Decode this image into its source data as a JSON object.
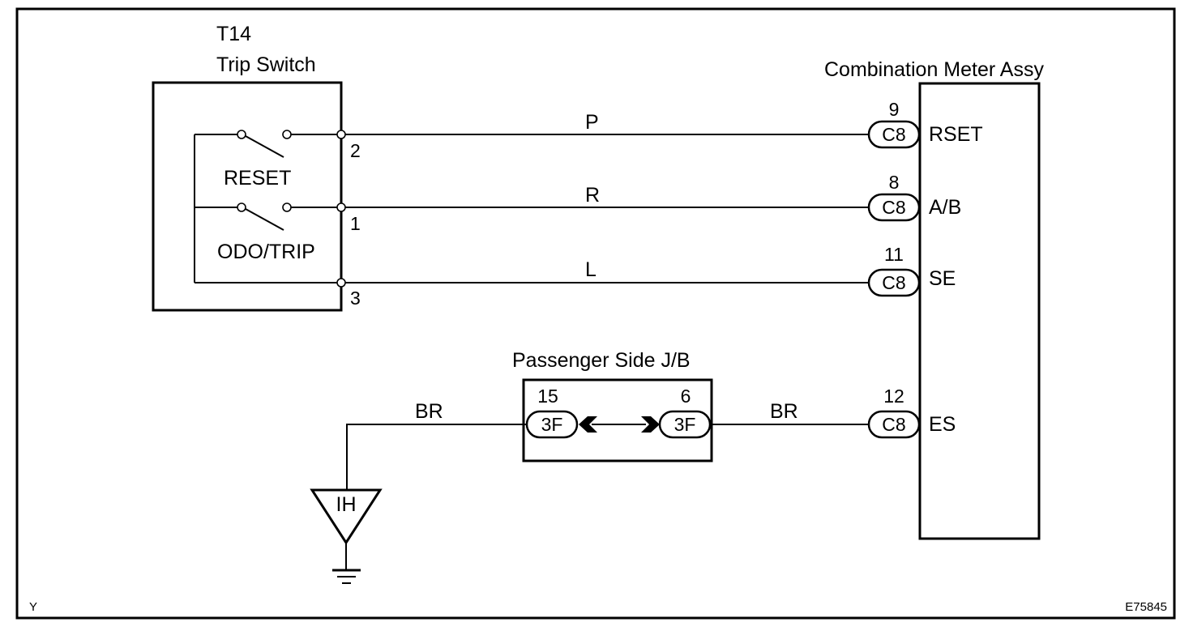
{
  "trip_switch": {
    "code": "T14",
    "name": "Trip Switch",
    "reset_label": "RESET",
    "odo_label": "ODO/TRIP",
    "pins": {
      "reset": "2",
      "odo": "1",
      "common": "3"
    }
  },
  "combination_meter": {
    "name": "Combination Meter Assy",
    "terminals": [
      {
        "pin": "9",
        "connector": "C8",
        "signal": "RSET"
      },
      {
        "pin": "8",
        "connector": "C8",
        "signal": "A/B"
      },
      {
        "pin": "11",
        "connector": "C8",
        "signal": "SE"
      },
      {
        "pin": "12",
        "connector": "C8",
        "signal": "ES"
      }
    ]
  },
  "wires": {
    "rset": "P",
    "ab": "R",
    "se": "L",
    "ground_left": "BR",
    "ground_right": "BR"
  },
  "junction_block": {
    "name": "Passenger Side J/B",
    "left": {
      "pin": "15",
      "connector": "3F"
    },
    "right": {
      "pin": "6",
      "connector": "3F"
    }
  },
  "ground": {
    "label": "IH"
  },
  "footer": {
    "left": "Y",
    "right": "E75845"
  }
}
